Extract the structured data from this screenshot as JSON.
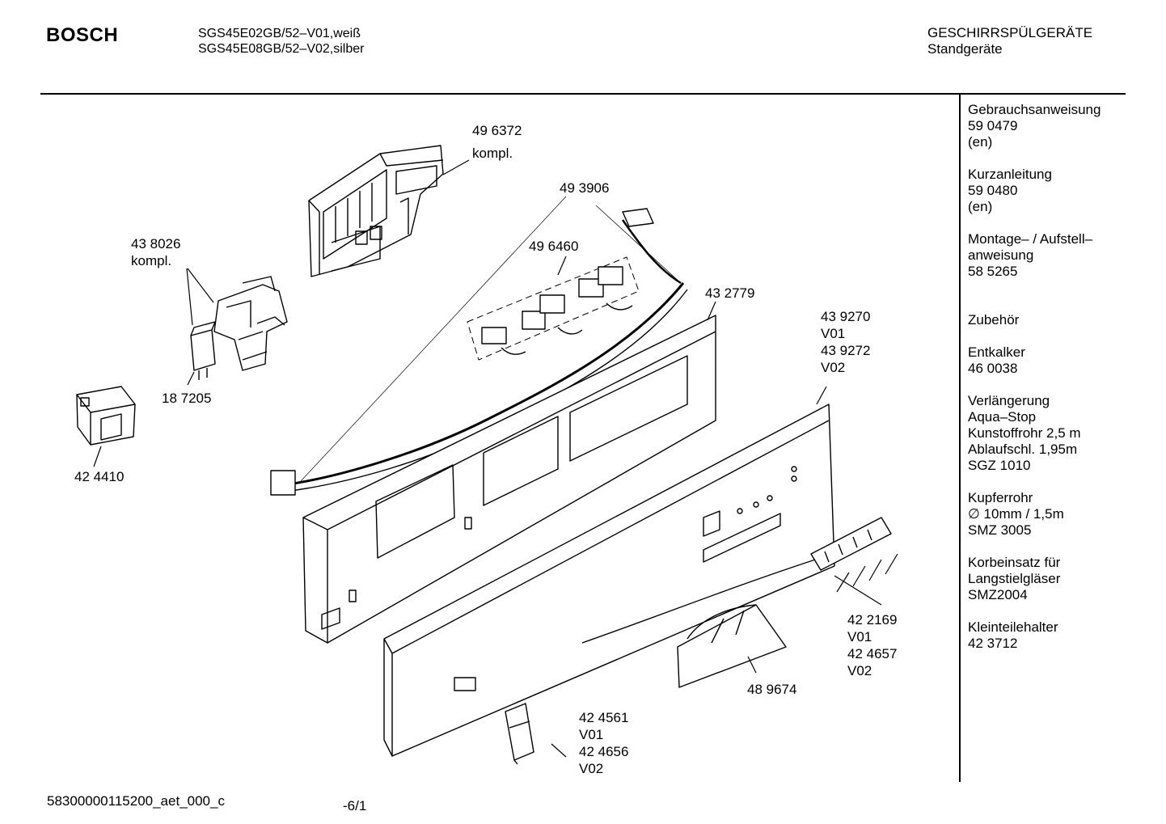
{
  "header": {
    "brand": "BOSCH",
    "model_lines": [
      "SGS45E02GB/52–V01,weiß",
      "SGS45E08GB/52–V02,silber"
    ],
    "category_lines": [
      "GESCHIRRSPÜLGERÄTE",
      "Standgeräte"
    ]
  },
  "sidebar": [
    {
      "lines": [
        "Gebrauchsanweisung",
        "59 0479",
        "(en)"
      ]
    },
    {
      "lines": [
        "Kurzanleitung",
        "59 0480",
        "(en)"
      ]
    },
    {
      "lines": [
        "Montage– / Aufstell–",
        "anweisung",
        "58 5265"
      ]
    },
    {
      "lines": [
        "Zubehör"
      ]
    },
    {
      "lines": [
        "Entkalker",
        "46 0038"
      ]
    },
    {
      "lines": [
        "Verlängerung",
        "Aqua–Stop",
        "Kunstoffrohr 2,5 m",
        "Ablaufschl. 1,95m",
        "SGZ 1010"
      ]
    },
    {
      "lines": [
        "Kupferrohr",
        "∅ 10mm / 1,5m",
        "SMZ 3005"
      ]
    },
    {
      "lines": [
        "Korbeinsatz für",
        "Langstielgläser",
        "SMZ2004"
      ]
    },
    {
      "lines": [
        "Kleinteilehalter",
        "42 3712"
      ]
    }
  ],
  "parts": [
    {
      "id": "p496372",
      "lines": [
        "49 6372",
        "kompl."
      ]
    },
    {
      "id": "p493906",
      "lines": [
        "49 3906"
      ]
    },
    {
      "id": "p496460",
      "lines": [
        "49 6460"
      ]
    },
    {
      "id": "p438026",
      "lines": [
        "43 8026",
        "kompl."
      ]
    },
    {
      "id": "p432779",
      "lines": [
        "43 2779"
      ]
    },
    {
      "id": "p439270",
      "lines": [
        "43 9270",
        "V01",
        "43 9272",
        "V02"
      ]
    },
    {
      "id": "p187205",
      "lines": [
        "18 7205"
      ]
    },
    {
      "id": "p424410",
      "lines": [
        "42 4410"
      ]
    },
    {
      "id": "p422169",
      "lines": [
        "42 2169",
        "V01",
        "42 4657",
        "V02"
      ]
    },
    {
      "id": "p489674",
      "lines": [
        "48 9674"
      ]
    },
    {
      "id": "p424561",
      "lines": [
        "42 4561",
        "V01",
        "42 4656",
        "V02"
      ]
    }
  ],
  "footer": {
    "doc_id": "58300000115200_aet_000_c",
    "page": "-6/1"
  }
}
